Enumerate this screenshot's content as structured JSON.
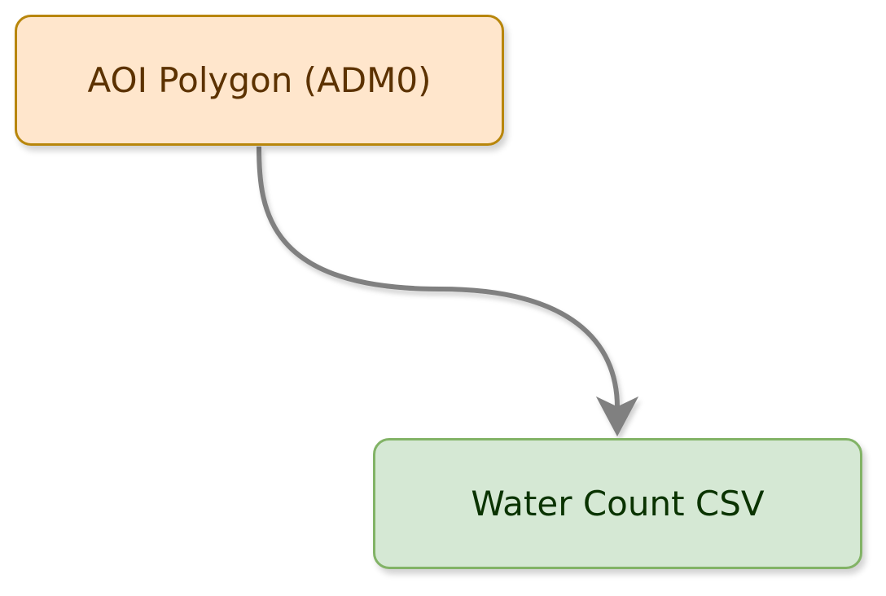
{
  "nodes": {
    "aoi": {
      "label": "AOI Polygon (ADM0)",
      "fill": "#ffe6cc",
      "stroke": "#b8860b",
      "text_color": "#5c3200"
    },
    "water": {
      "label": "Water Count CSV",
      "fill": "#d5e8d4",
      "stroke": "#82b366",
      "text_color": "#0a3300"
    }
  },
  "edge": {
    "from": "aoi",
    "to": "water",
    "color": "#808080"
  }
}
